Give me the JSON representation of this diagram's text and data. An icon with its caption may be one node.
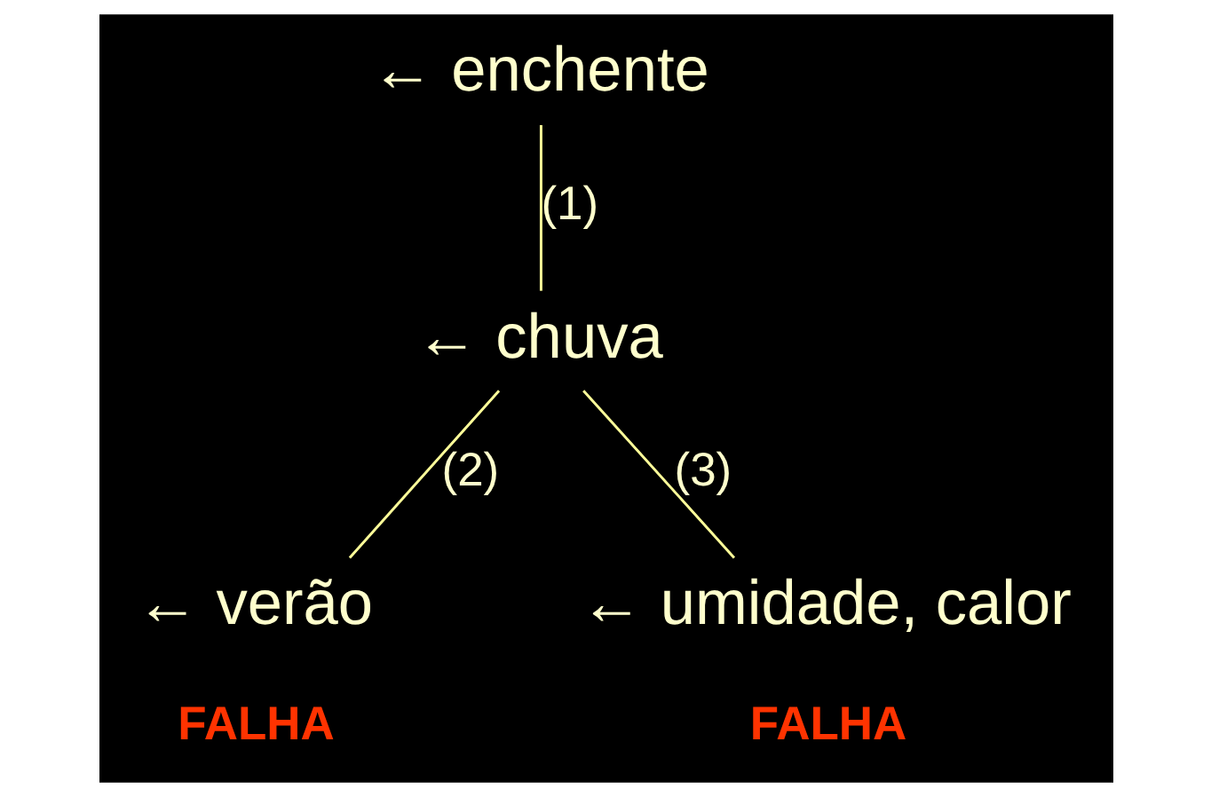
{
  "diagram": {
    "nodes": [
      {
        "text": [
          "← enchente"
        ]
      },
      {
        "text": [
          "← chuva"
        ]
      },
      {
        "text": [
          "← verão"
        ],
        "beside": [
          "FALHA"
        ]
      },
      {
        "text": [
          "← umidade, calor"
        ],
        "beside": [
          "FALHA"
        ]
      }
    ],
    "edges": [
      {
        "from": 0,
        "to": 1,
        "arrow": "none",
        "label": "(1)"
      },
      {
        "from": 1,
        "to": 2,
        "arrow": "none",
        "label": "(2)"
      },
      {
        "from": 1,
        "to": 3,
        "arrow": "none",
        "label": "(3)"
      }
    ]
  }
}
